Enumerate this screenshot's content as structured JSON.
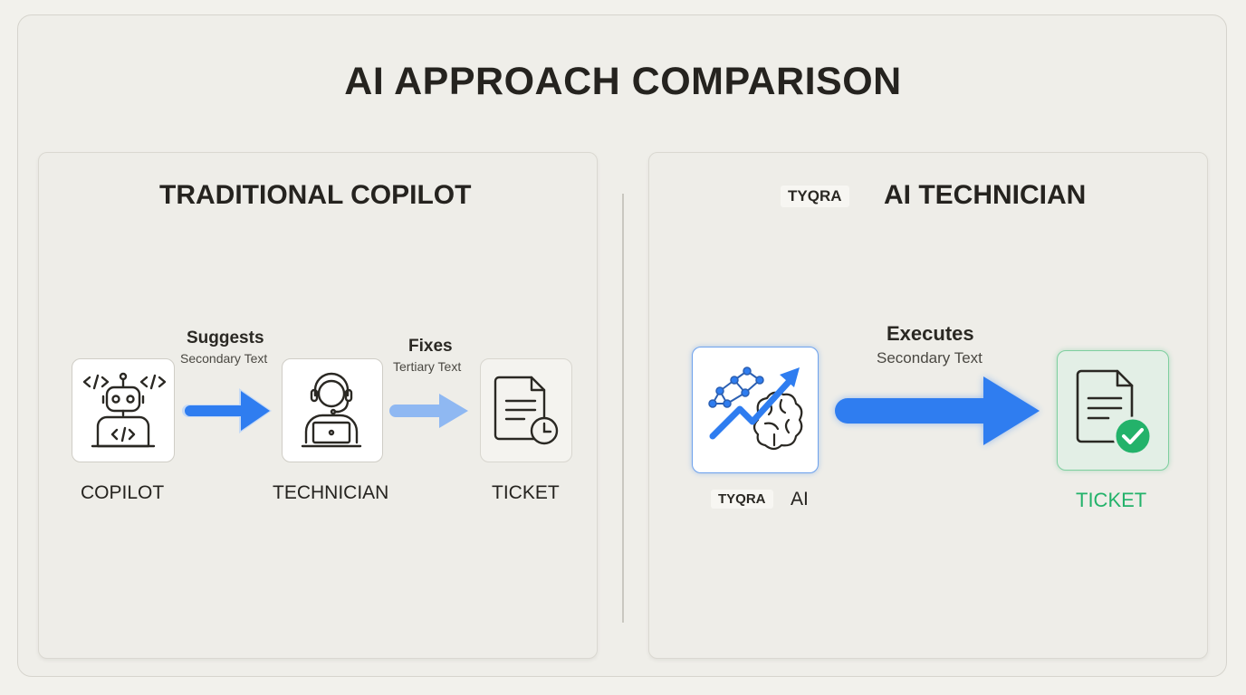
{
  "title": "AI APPROACH COMPARISON",
  "left_panel": {
    "title": "TRADITIONAL COPILOT",
    "nodes": {
      "copilot": "COPILOT",
      "technician": "TECHNICIAN",
      "ticket": "TICKET"
    },
    "edges": {
      "suggests": {
        "label": "Suggests",
        "sub": "Secondary Text"
      },
      "fixes": {
        "label": "Fixes",
        "sub": "Tertiary Text"
      }
    },
    "icons": {
      "copilot": "robot-icon",
      "technician": "technician-headset-icon",
      "ticket": "ticket-pending-clock-icon"
    }
  },
  "right_panel": {
    "brand": "TYQRA",
    "title": "AI TECHNICIAN",
    "nodes": {
      "ai_brand": "TYQRA",
      "ai": "AI",
      "ticket": "TICKET"
    },
    "edges": {
      "executes": {
        "label": "Executes",
        "sub": "Secondary Text"
      }
    },
    "icons": {
      "ai": "ai-brain-network-icon",
      "ticket": "ticket-checkmark-icon"
    }
  },
  "colors": {
    "accent_blue": "#2f7df0",
    "light_blue": "#8fb8f2",
    "success_green": "#23b26a",
    "text_dark": "#25231f"
  }
}
